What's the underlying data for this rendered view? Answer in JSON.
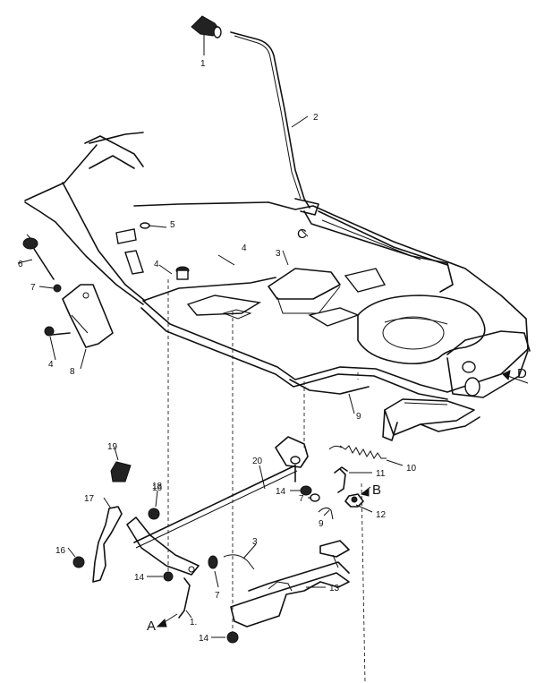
{
  "callouts": [
    {
      "id": "c-1a",
      "text": "1"
    },
    {
      "id": "c-2",
      "text": "2"
    },
    {
      "id": "c-3a",
      "text": "3"
    },
    {
      "id": "c-4a",
      "text": "4"
    },
    {
      "id": "c-4b",
      "text": "4"
    },
    {
      "id": "c-4c",
      "text": "4"
    },
    {
      "id": "c-5a",
      "text": "5"
    },
    {
      "id": "c-6a",
      "text": "6"
    },
    {
      "id": "c-7a",
      "text": "7"
    },
    {
      "id": "c-8a",
      "text": "8"
    },
    {
      "id": "c-9a",
      "text": "9"
    },
    {
      "id": "c-10",
      "text": "10"
    },
    {
      "id": "c-11",
      "text": "11"
    },
    {
      "id": "c-12",
      "text": "12"
    },
    {
      "id": "c-13",
      "text": "13"
    },
    {
      "id": "c-14a",
      "text": "14"
    },
    {
      "id": "c-7b",
      "text": "7"
    },
    {
      "id": "c-9b",
      "text": "9"
    },
    {
      "id": "c-16a",
      "text": "16"
    },
    {
      "id": "c-17",
      "text": "17"
    },
    {
      "id": "c-18",
      "text": "18"
    },
    {
      "id": "c-19",
      "text": "19"
    },
    {
      "id": "c-20",
      "text": "20"
    },
    {
      "id": "c-16b",
      "text": "16"
    },
    {
      "id": "c-14b",
      "text": "14"
    },
    {
      "id": "c-3b",
      "text": "3"
    },
    {
      "id": "c-7c",
      "text": "7"
    },
    {
      "id": "c-1b",
      "text": "1."
    },
    {
      "id": "c-14c",
      "text": "14"
    }
  ],
  "reference_letters": [
    {
      "id": "ref-a",
      "text": "A"
    },
    {
      "id": "ref-b",
      "text": "B"
    },
    {
      "id": "ref-c",
      "text": "C"
    },
    {
      "id": "ref-d",
      "text": "D"
    }
  ]
}
